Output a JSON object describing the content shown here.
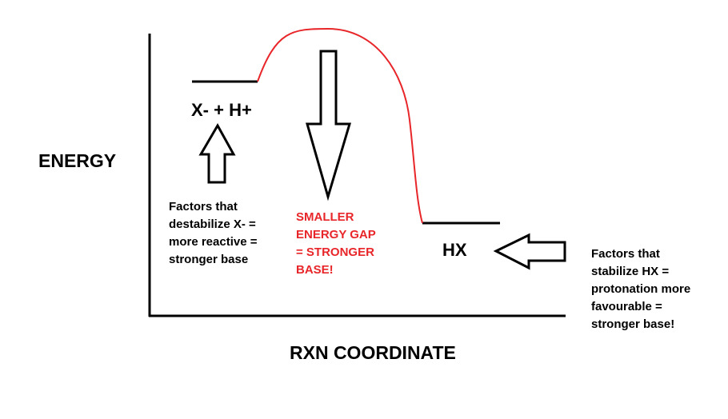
{
  "labels": {
    "y_axis": "ENERGY",
    "x_axis": "RXN COORDINATE",
    "reactant": "X- + H+",
    "product": "HX",
    "note_destabilize": [
      "Factors that",
      "destabilize X- =",
      "more reactive =",
      "stronger base"
    ],
    "note_gap": [
      "SMALLER",
      "ENERGY GAP",
      "= STRONGER",
      "BASE!"
    ],
    "note_stabilize": [
      "Factors that",
      "stabilize HX =",
      "protonation more",
      "favourable =",
      "stronger base!"
    ]
  },
  "colors": {
    "axes": "#000000",
    "curve": "#e8262a",
    "text": "#000000",
    "highlight_text": "#e8262a"
  },
  "icons": [
    "up-arrow-icon",
    "down-arrow-icon",
    "left-arrow-icon"
  ]
}
